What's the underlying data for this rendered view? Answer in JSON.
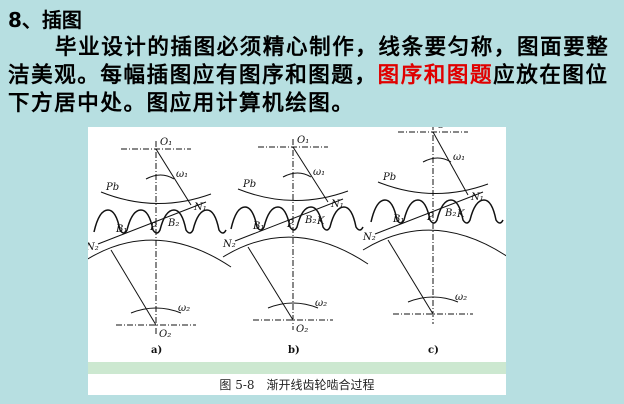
{
  "slide": {
    "title": "8、插图",
    "paragraph": {
      "part1": "毕业设计的插图必须精心制作，线条要匀称，图面要整洁美观。每幅插图应有图序和图题，",
      "highlight": "图序和图题",
      "part2": "应放在图位下方居中处。图应用计算机绘图。"
    },
    "highlight_color": "#e00000",
    "background_color": "#b7dfe1"
  },
  "figure": {
    "panels": [
      {
        "label": "a)",
        "points": {
          "top": "O₁",
          "w1": "ω₁",
          "pb": "Pb",
          "n1": "N₁",
          "n2": "N₂",
          "b1": "B₁",
          "b2": "B₂",
          "p": "P",
          "bottom": "O₂",
          "w2": "ω₂"
        }
      },
      {
        "label": "b)",
        "points": {
          "top": "O₁",
          "w1": "ω₁",
          "pb": "Pb",
          "n1": "N₁",
          "n2": "N₂",
          "b1": "B₁",
          "b2": "B₂",
          "p": "P",
          "k": "K",
          "bottom": "O₂",
          "w2": "ω₂"
        }
      },
      {
        "label": "c)",
        "points": {
          "top": "O",
          "w1": "ω₁",
          "pb": "Pb",
          "n1": "N₁",
          "n2": "N₂",
          "b1": "B₁",
          "b2": "B₂",
          "p": "P",
          "k": "K",
          "w2": "ω₂"
        }
      }
    ],
    "caption": "图 5-8　渐开线齿轮啮合过程"
  }
}
